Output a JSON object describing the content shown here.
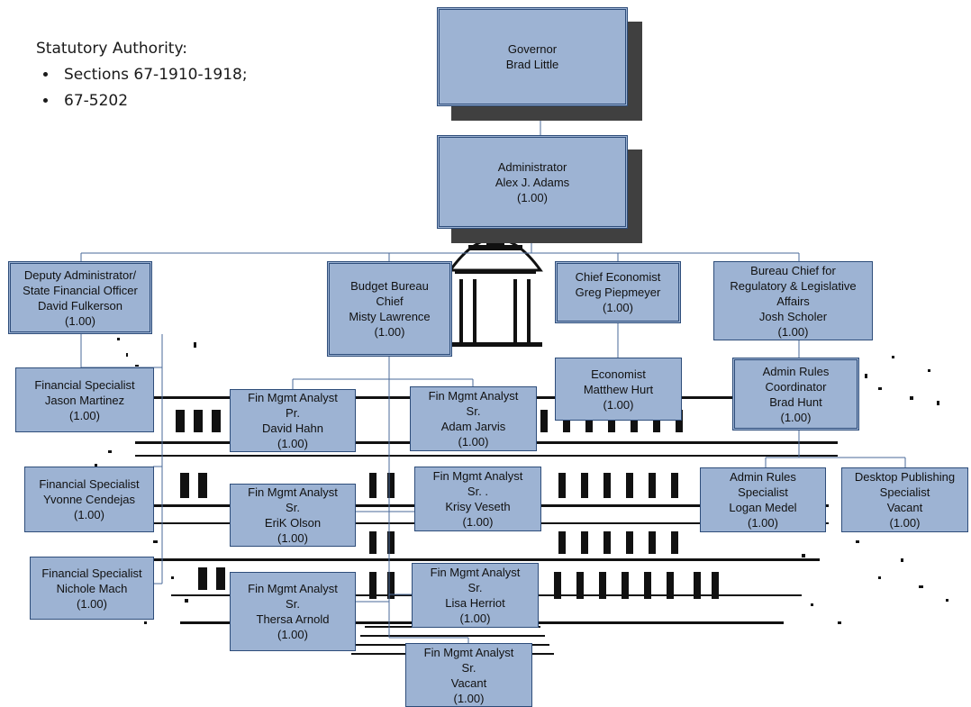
{
  "statutory": {
    "heading": "Statutory Authority:",
    "items": [
      "Sections 67-1910-1918;",
      "67-5202"
    ]
  },
  "nodes": {
    "governor": "Governor\nBrad Little",
    "administrator": "Administrator\nAlex J. Adams\n(1.00)",
    "deputy_admin": "Deputy Administrator/\nState Financial Officer\nDavid Fulkerson\n(1.00)",
    "budget_chief": "Budget Bureau\nChief\nMisty Lawrence\n(1.00)",
    "chief_economist": "Chief Economist\nGreg Piepmeyer\n(1.00)",
    "bureau_chief_reg": "Bureau Chief for\nRegulatory & Legislative\nAffairs\nJosh Scholer\n(1.00)",
    "fin_spec_martinez": "Financial Specialist\nJason Martinez\n(1.00)",
    "fin_spec_cendejas": "Financial Specialist\nYvonne Cendejas\n(1.00)",
    "fin_spec_mach": "Financial Specialist\nNichole Mach\n(1.00)",
    "fma_hahn": "Fin Mgmt Analyst\nPr.\nDavid Hahn\n(1.00)",
    "fma_olson": "Fin Mgmt Analyst\nSr.\nEriK Olson\n(1.00)",
    "fma_arnold": "Fin Mgmt Analyst\nSr.\nThersa Arnold\n(1.00)",
    "fma_jarvis": "Fin Mgmt Analyst\nSr.\nAdam Jarvis\n(1.00)",
    "fma_veseth": "Fin Mgmt Analyst\nSr. .\nKrisy Veseth\n(1.00)",
    "fma_herriot": "Fin Mgmt Analyst\nSr.\nLisa Herriot\n(1.00)",
    "fma_vacant": "Fin Mgmt Analyst\nSr.\nVacant\n(1.00)",
    "economist_hurt": "Economist\nMatthew Hurt\n(1.00)",
    "admin_rules_coord": "Admin Rules\nCoordinator\nBrad Hunt\n(1.00)",
    "admin_rules_spec": "Admin Rules\nSpecialist\nLogan Medel\n(1.00)",
    "desktop_pub": "Desktop Publishing\nSpecialist\nVacant\n(1.00)"
  },
  "colors": {
    "box_fill": "#9db3d3",
    "box_border": "#2e4d7a",
    "shadow": "#404040",
    "line": "#4a6a9a"
  },
  "background_image": "capitol-building-sketch"
}
